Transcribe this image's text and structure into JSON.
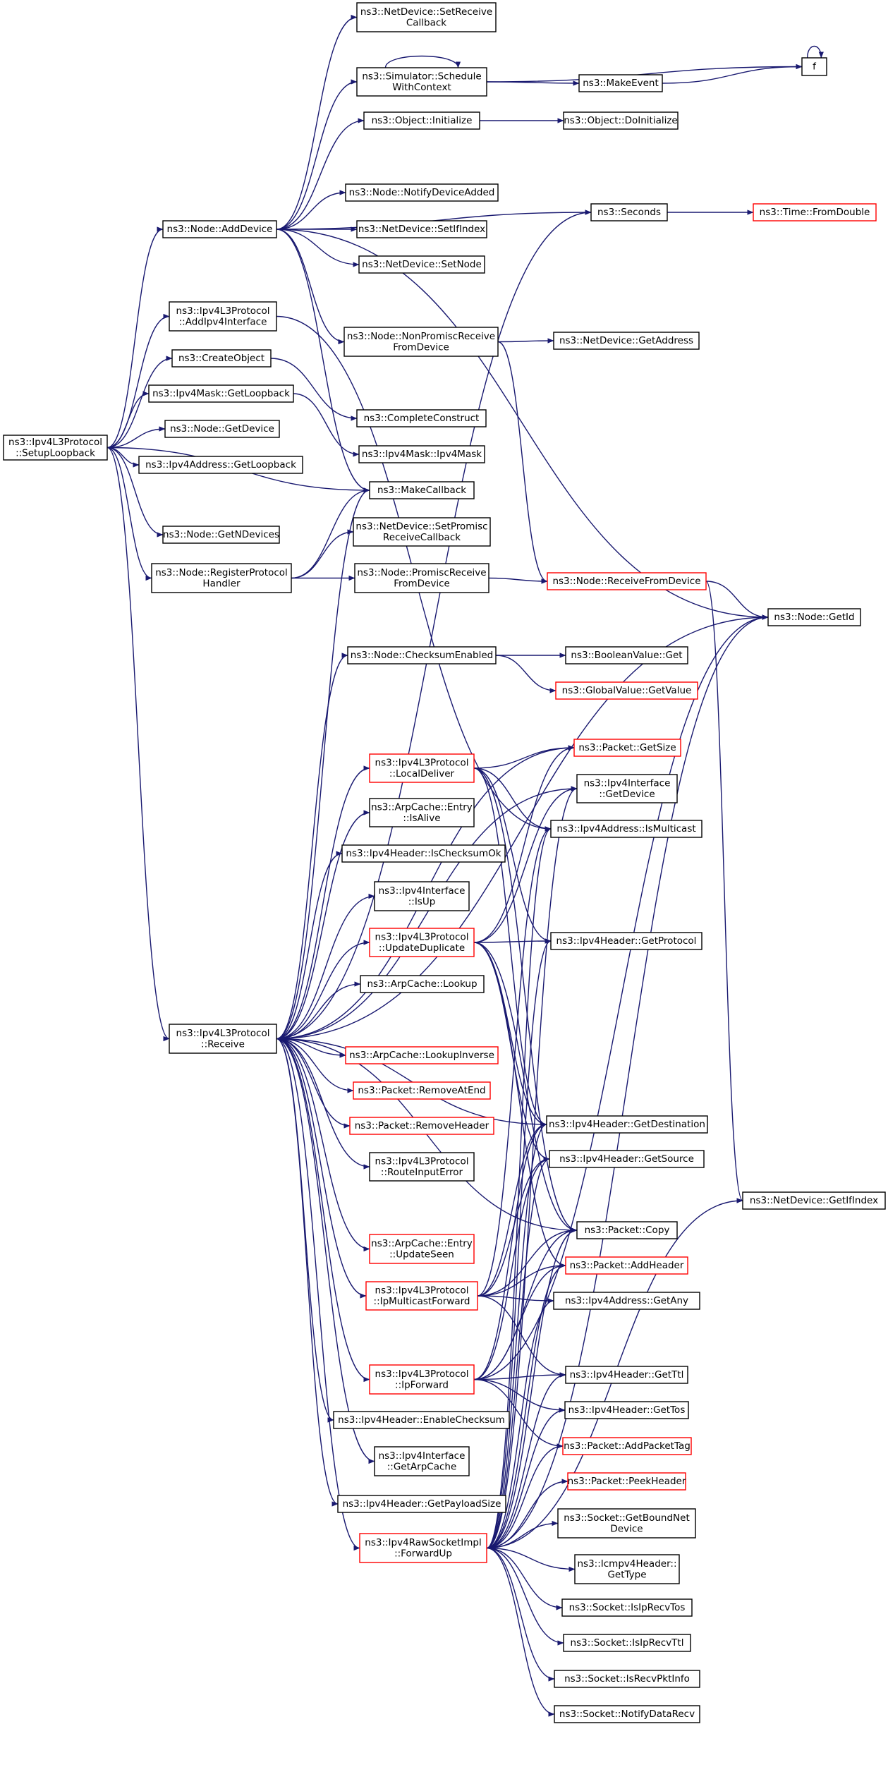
{
  "colors": {
    "edge": "#191970",
    "node_border_normal": "#000000",
    "node_border_truncated": "#ff0000",
    "root_fill": "#bfbfbf",
    "node_fill": "#ffffff"
  },
  "nodes": [
    {
      "id": "root",
      "lines": [
        "ns3::Ipv4L3Protocol",
        "::SetupLoopback"
      ],
      "style": "root"
    },
    {
      "id": "n_setrecvcb",
      "lines": [
        "ns3::NetDevice::SetReceive",
        "Callback"
      ],
      "style": "normal"
    },
    {
      "id": "n_schedwctx",
      "lines": [
        "ns3::Simulator::Schedule",
        "WithContext"
      ],
      "style": "normal"
    },
    {
      "id": "n_f",
      "lines": [
        "f"
      ],
      "style": "normal"
    },
    {
      "id": "n_makeevent",
      "lines": [
        "ns3::MakeEvent"
      ],
      "style": "normal"
    },
    {
      "id": "n_objinit",
      "lines": [
        "ns3::Object::Initialize"
      ],
      "style": "normal"
    },
    {
      "id": "n_objdoinit",
      "lines": [
        "ns3::Object::DoInitialize"
      ],
      "style": "normal"
    },
    {
      "id": "n_notifydevadded",
      "lines": [
        "ns3::Node::NotifyDeviceAdded"
      ],
      "style": "normal"
    },
    {
      "id": "n_adddevice",
      "lines": [
        "ns3::Node::AddDevice"
      ],
      "style": "normal"
    },
    {
      "id": "n_seconds",
      "lines": [
        "ns3::Seconds"
      ],
      "style": "normal"
    },
    {
      "id": "n_fromdouble",
      "lines": [
        "ns3::Time::FromDouble"
      ],
      "style": "truncated"
    },
    {
      "id": "n_setifindex",
      "lines": [
        "ns3::NetDevice::SetIfIndex"
      ],
      "style": "normal"
    },
    {
      "id": "n_setnode",
      "lines": [
        "ns3::NetDevice::SetNode"
      ],
      "style": "normal"
    },
    {
      "id": "n_addipv4if",
      "lines": [
        "ns3::Ipv4L3Protocol",
        "::AddIpv4Interface"
      ],
      "style": "normal"
    },
    {
      "id": "n_nonpromisc",
      "lines": [
        "ns3::Node::NonPromiscReceive",
        "FromDevice"
      ],
      "style": "normal"
    },
    {
      "id": "n_getaddress",
      "lines": [
        "ns3::NetDevice::GetAddress"
      ],
      "style": "normal"
    },
    {
      "id": "n_createobject",
      "lines": [
        "ns3::CreateObject"
      ],
      "style": "normal"
    },
    {
      "id": "n_completeconstruct",
      "lines": [
        "ns3::CompleteConstruct"
      ],
      "style": "normal"
    },
    {
      "id": "n_maskgetloopback",
      "lines": [
        "ns3::Ipv4Mask::GetLoopback"
      ],
      "style": "normal"
    },
    {
      "id": "n_nodegetdevice",
      "lines": [
        "ns3::Node::GetDevice"
      ],
      "style": "normal"
    },
    {
      "id": "n_ipv4mask",
      "lines": [
        "ns3::Ipv4Mask::Ipv4Mask"
      ],
      "style": "normal"
    },
    {
      "id": "n_addrgetloopback",
      "lines": [
        "ns3::Ipv4Address::GetLoopback"
      ],
      "style": "normal"
    },
    {
      "id": "n_makecallback",
      "lines": [
        "ns3::MakeCallback"
      ],
      "style": "normal"
    },
    {
      "id": "n_getndevices",
      "lines": [
        "ns3::Node::GetNDevices"
      ],
      "style": "normal"
    },
    {
      "id": "n_setpromisccb",
      "lines": [
        "ns3::NetDevice::SetPromisc",
        "ReceiveCallback"
      ],
      "style": "normal"
    },
    {
      "id": "n_regproto",
      "lines": [
        "ns3::Node::RegisterProtocol",
        "Handler"
      ],
      "style": "normal"
    },
    {
      "id": "n_promiscrecv",
      "lines": [
        "ns3::Node::PromiscReceive",
        "FromDevice"
      ],
      "style": "normal"
    },
    {
      "id": "n_recvfromdev",
      "lines": [
        "ns3::Node::ReceiveFromDevice"
      ],
      "style": "truncated"
    },
    {
      "id": "n_getid",
      "lines": [
        "ns3::Node::GetId"
      ],
      "style": "normal"
    },
    {
      "id": "n_checksumenabled",
      "lines": [
        "ns3::Node::ChecksumEnabled"
      ],
      "style": "normal"
    },
    {
      "id": "n_boolget",
      "lines": [
        "ns3::BooleanValue::Get"
      ],
      "style": "normal"
    },
    {
      "id": "n_globalgetvalue",
      "lines": [
        "ns3::GlobalValue::GetValue"
      ],
      "style": "truncated"
    },
    {
      "id": "n_localdeliver",
      "lines": [
        "ns3::Ipv4L3Protocol",
        "::LocalDeliver"
      ],
      "style": "truncated"
    },
    {
      "id": "n_pktgetsize",
      "lines": [
        "ns3::Packet::GetSize"
      ],
      "style": "truncated"
    },
    {
      "id": "n_ifgetdevice",
      "lines": [
        "ns3::Ipv4Interface",
        "::GetDevice"
      ],
      "style": "normal"
    },
    {
      "id": "n_arpisalive",
      "lines": [
        "ns3::ArpCache::Entry",
        "::IsAlive"
      ],
      "style": "normal"
    },
    {
      "id": "n_ismulticast",
      "lines": [
        "ns3::Ipv4Address::IsMulticast"
      ],
      "style": "normal"
    },
    {
      "id": "n_ischecksumok",
      "lines": [
        "ns3::Ipv4Header::IsChecksumOk"
      ],
      "style": "normal"
    },
    {
      "id": "n_ifisup",
      "lines": [
        "ns3::Ipv4Interface",
        "::IsUp"
      ],
      "style": "normal"
    },
    {
      "id": "n_updatedup",
      "lines": [
        "ns3::Ipv4L3Protocol",
        "::UpdateDuplicate"
      ],
      "style": "truncated"
    },
    {
      "id": "n_getprotocol",
      "lines": [
        "ns3::Ipv4Header::GetProtocol"
      ],
      "style": "normal"
    },
    {
      "id": "n_arplookup",
      "lines": [
        "ns3::ArpCache::Lookup"
      ],
      "style": "normal"
    },
    {
      "id": "n_receive",
      "lines": [
        "ns3::Ipv4L3Protocol",
        "::Receive"
      ],
      "style": "normal"
    },
    {
      "id": "n_arplookupinv",
      "lines": [
        "ns3::ArpCache::LookupInverse"
      ],
      "style": "truncated"
    },
    {
      "id": "n_removeatend",
      "lines": [
        "ns3::Packet::RemoveAtEnd"
      ],
      "style": "truncated"
    },
    {
      "id": "n_removeheader",
      "lines": [
        "ns3::Packet::RemoveHeader"
      ],
      "style": "truncated"
    },
    {
      "id": "n_getdestination",
      "lines": [
        "ns3::Ipv4Header::GetDestination"
      ],
      "style": "normal"
    },
    {
      "id": "n_getsource",
      "lines": [
        "ns3::Ipv4Header::GetSource"
      ],
      "style": "normal"
    },
    {
      "id": "n_routeinputerror",
      "lines": [
        "ns3::Ipv4L3Protocol",
        "::RouteInputError"
      ],
      "style": "normal"
    },
    {
      "id": "n_getifindex",
      "lines": [
        "ns3::NetDevice::GetIfIndex"
      ],
      "style": "normal"
    },
    {
      "id": "n_pktcopy",
      "lines": [
        "ns3::Packet::Copy"
      ],
      "style": "normal"
    },
    {
      "id": "n_arpupdateseen",
      "lines": [
        "ns3::ArpCache::Entry",
        "::UpdateSeen"
      ],
      "style": "truncated"
    },
    {
      "id": "n_addheader",
      "lines": [
        "ns3::Packet::AddHeader"
      ],
      "style": "truncated"
    },
    {
      "id": "n_ipmcforward",
      "lines": [
        "ns3::Ipv4L3Protocol",
        "::IpMulticastForward"
      ],
      "style": "truncated"
    },
    {
      "id": "n_getany",
      "lines": [
        "ns3::Ipv4Address::GetAny"
      ],
      "style": "normal"
    },
    {
      "id": "n_ipforward",
      "lines": [
        "ns3::Ipv4L3Protocol",
        "::IpForward"
      ],
      "style": "truncated"
    },
    {
      "id": "n_getttl",
      "lines": [
        "ns3::Ipv4Header::GetTtl"
      ],
      "style": "normal"
    },
    {
      "id": "n_gettos",
      "lines": [
        "ns3::Ipv4Header::GetTos"
      ],
      "style": "normal"
    },
    {
      "id": "n_enablechecksum",
      "lines": [
        "ns3::Ipv4Header::EnableChecksum"
      ],
      "style": "normal"
    },
    {
      "id": "n_addpackettag",
      "lines": [
        "ns3::Packet::AddPacketTag"
      ],
      "style": "truncated"
    },
    {
      "id": "n_ifgetarpcache",
      "lines": [
        "ns3::Ipv4Interface",
        "::GetArpCache"
      ],
      "style": "normal"
    },
    {
      "id": "n_peekheader",
      "lines": [
        "ns3::Packet::PeekHeader"
      ],
      "style": "truncated"
    },
    {
      "id": "n_getpayloadsize",
      "lines": [
        "ns3::Ipv4Header::GetPayloadSize"
      ],
      "style": "normal"
    },
    {
      "id": "n_getboundnetdev",
      "lines": [
        "ns3::Socket::GetBoundNet",
        "Device"
      ],
      "style": "normal"
    },
    {
      "id": "n_forwardup",
      "lines": [
        "ns3::Ipv4RawSocketImpl",
        "::ForwardUp"
      ],
      "style": "truncated"
    },
    {
      "id": "n_icmpgettype",
      "lines": [
        "ns3::Icmpv4Header::",
        "GetType"
      ],
      "style": "normal"
    },
    {
      "id": "n_isiprecvtos",
      "lines": [
        "ns3::Socket::IsIpRecvTos"
      ],
      "style": "normal"
    },
    {
      "id": "n_isiprecvttl",
      "lines": [
        "ns3::Socket::IsIpRecvTtl"
      ],
      "style": "normal"
    },
    {
      "id": "n_isrecvpktinfo",
      "lines": [
        "ns3::Socket::IsRecvPktInfo"
      ],
      "style": "normal"
    },
    {
      "id": "n_notifydatarecv",
      "lines": [
        "ns3::Socket::NotifyDataRecv"
      ],
      "style": "normal"
    }
  ],
  "edges": [
    [
      "root",
      "n_adddevice"
    ],
    [
      "root",
      "n_addipv4if"
    ],
    [
      "root",
      "n_createobject"
    ],
    [
      "root",
      "n_maskgetloopback"
    ],
    [
      "root",
      "n_nodegetdevice"
    ],
    [
      "root",
      "n_addrgetloopback"
    ],
    [
      "root",
      "n_makecallback"
    ],
    [
      "root",
      "n_getndevices"
    ],
    [
      "root",
      "n_regproto"
    ],
    [
      "root",
      "n_receive"
    ],
    [
      "n_adddevice",
      "n_setrecvcb"
    ],
    [
      "n_adddevice",
      "n_schedwctx"
    ],
    [
      "n_adddevice",
      "n_objinit"
    ],
    [
      "n_adddevice",
      "n_seconds"
    ],
    [
      "n_adddevice",
      "n_notifydevadded"
    ],
    [
      "n_adddevice",
      "n_setifindex"
    ],
    [
      "n_adddevice",
      "n_setnode"
    ],
    [
      "n_adddevice",
      "n_getid"
    ],
    [
      "n_adddevice",
      "n_nonpromisc"
    ],
    [
      "n_adddevice",
      "n_makecallback"
    ],
    [
      "n_schedwctx",
      "n_schedwctx"
    ],
    [
      "n_schedwctx",
      "n_f"
    ],
    [
      "n_schedwctx",
      "n_makeevent"
    ],
    [
      "n_makeevent",
      "n_f"
    ],
    [
      "n_f",
      "n_f"
    ],
    [
      "n_objinit",
      "n_objdoinit"
    ],
    [
      "n_seconds",
      "n_fromdouble"
    ],
    [
      "n_nonpromisc",
      "n_getaddress"
    ],
    [
      "n_nonpromisc",
      "n_recvfromdev"
    ],
    [
      "n_addipv4if",
      "n_ismulticast"
    ],
    [
      "n_createobject",
      "n_completeconstruct"
    ],
    [
      "n_maskgetloopback",
      "n_ipv4mask"
    ],
    [
      "n_regproto",
      "n_setpromisccb"
    ],
    [
      "n_regproto",
      "n_promiscrecv"
    ],
    [
      "n_regproto",
      "n_makecallback"
    ],
    [
      "n_promiscrecv",
      "n_recvfromdev"
    ],
    [
      "n_recvfromdev",
      "n_getid"
    ],
    [
      "n_recvfromdev",
      "n_getifindex"
    ],
    [
      "n_checksumenabled",
      "n_boolget"
    ],
    [
      "n_checksumenabled",
      "n_globalgetvalue"
    ],
    [
      "n_receive",
      "n_makecallback"
    ],
    [
      "n_receive",
      "n_getid"
    ],
    [
      "n_receive",
      "n_checksumenabled"
    ],
    [
      "n_receive",
      "n_pktgetsize"
    ],
    [
      "n_receive",
      "n_localdeliver"
    ],
    [
      "n_receive",
      "n_arpisalive"
    ],
    [
      "n_receive",
      "n_ifgetdevice"
    ],
    [
      "n_receive",
      "n_ischecksumok"
    ],
    [
      "n_receive",
      "n_ifisup"
    ],
    [
      "n_receive",
      "n_updatedup"
    ],
    [
      "n_receive",
      "n_arplookup"
    ],
    [
      "n_receive",
      "n_arplookupinv"
    ],
    [
      "n_receive",
      "n_removeatend"
    ],
    [
      "n_receive",
      "n_removeheader"
    ],
    [
      "n_receive",
      "n_routeinputerror"
    ],
    [
      "n_receive",
      "n_getdestination"
    ],
    [
      "n_receive",
      "n_arpupdateseen"
    ],
    [
      "n_receive",
      "n_ipmcforward"
    ],
    [
      "n_receive",
      "n_ipforward"
    ],
    [
      "n_receive",
      "n_enablechecksum"
    ],
    [
      "n_receive",
      "n_ifgetarpcache"
    ],
    [
      "n_receive",
      "n_getpayloadsize"
    ],
    [
      "n_receive",
      "n_forwardup"
    ],
    [
      "n_receive",
      "n_seconds"
    ],
    [
      "n_receive",
      "n_pktcopy"
    ],
    [
      "n_localdeliver",
      "n_pktgetsize"
    ],
    [
      "n_localdeliver",
      "n_ismulticast"
    ],
    [
      "n_localdeliver",
      "n_getprotocol"
    ],
    [
      "n_localdeliver",
      "n_getdestination"
    ],
    [
      "n_localdeliver",
      "n_pktcopy"
    ],
    [
      "n_updatedup",
      "n_pktgetsize"
    ],
    [
      "n_updatedup",
      "n_getprotocol"
    ],
    [
      "n_updatedup",
      "n_getdestination"
    ],
    [
      "n_updatedup",
      "n_getsource"
    ],
    [
      "n_updatedup",
      "n_pktcopy"
    ],
    [
      "n_updatedup",
      "n_addheader"
    ],
    [
      "n_updatedup",
      "n_ifgetdevice"
    ],
    [
      "n_ipmcforward",
      "n_getdestination"
    ],
    [
      "n_ipmcforward",
      "n_getsource"
    ],
    [
      "n_ipmcforward",
      "n_pktcopy"
    ],
    [
      "n_ipmcforward",
      "n_getany"
    ],
    [
      "n_ipmcforward",
      "n_getttl"
    ],
    [
      "n_ipmcforward",
      "n_addheader"
    ],
    [
      "n_ipmcforward",
      "n_ismulticast"
    ],
    [
      "n_ipforward",
      "n_getid"
    ],
    [
      "n_ipforward",
      "n_getdestination"
    ],
    [
      "n_ipforward",
      "n_pktcopy"
    ],
    [
      "n_ipforward",
      "n_getttl"
    ],
    [
      "n_ipforward",
      "n_gettos"
    ],
    [
      "n_ipforward",
      "n_addpackettag"
    ],
    [
      "n_ipforward",
      "n_addheader"
    ],
    [
      "n_ipforward",
      "n_getsource"
    ],
    [
      "n_forwardup",
      "n_getid"
    ],
    [
      "n_forwardup",
      "n_getdestination"
    ],
    [
      "n_forwardup",
      "n_getsource"
    ],
    [
      "n_forwardup",
      "n_pktcopy"
    ],
    [
      "n_forwardup",
      "n_addheader"
    ],
    [
      "n_forwardup",
      "n_getany"
    ],
    [
      "n_forwardup",
      "n_getttl"
    ],
    [
      "n_forwardup",
      "n_gettos"
    ],
    [
      "n_forwardup",
      "n_addpackettag"
    ],
    [
      "n_forwardup",
      "n_peekheader"
    ],
    [
      "n_forwardup",
      "n_getboundnetdev"
    ],
    [
      "n_forwardup",
      "n_icmpgettype"
    ],
    [
      "n_forwardup",
      "n_isiprecvtos"
    ],
    [
      "n_forwardup",
      "n_isiprecvttl"
    ],
    [
      "n_forwardup",
      "n_isrecvpktinfo"
    ],
    [
      "n_forwardup",
      "n_notifydatarecv"
    ],
    [
      "n_forwardup",
      "n_getifindex"
    ],
    [
      "n_forwardup",
      "n_getprotocol"
    ],
    [
      "n_forwardup",
      "n_ismulticast"
    ],
    [
      "n_forwardup",
      "n_ifgetdevice"
    ]
  ]
}
